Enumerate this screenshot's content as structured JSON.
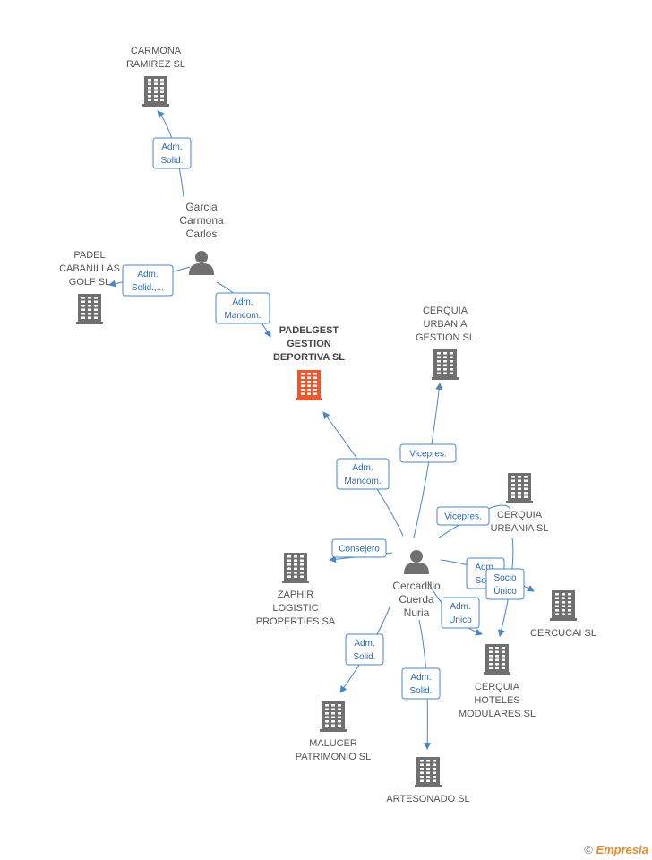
{
  "companies": [
    {
      "id": "carmona",
      "lines": [
        "CARMONA",
        "RAMIREZ SL"
      ],
      "main": false
    },
    {
      "id": "padel",
      "lines": [
        "PADEL",
        "CABANILLAS",
        "GOLF SL"
      ],
      "main": false
    },
    {
      "id": "padelgest",
      "lines": [
        "PADELGEST",
        "GESTION",
        "DEPORTIVA SL"
      ],
      "main": true
    },
    {
      "id": "cerquia-gestion",
      "lines": [
        "CERQUIA",
        "URBANIA",
        "GESTION  SL"
      ],
      "main": false
    },
    {
      "id": "cerquia-urbania",
      "lines": [
        "CERQUIA",
        "URBANIA SL"
      ],
      "main": false
    },
    {
      "id": "cercucai",
      "lines": [
        "CERCUCAI SL"
      ],
      "main": false
    },
    {
      "id": "cerquia-hoteles",
      "lines": [
        "CERQUIA",
        "HOTELES",
        "MODULARES SL"
      ],
      "main": false
    },
    {
      "id": "zaphir",
      "lines": [
        "ZAPHIR",
        "LOGISTIC",
        "PROPERTIES SA"
      ],
      "main": false
    },
    {
      "id": "malucer",
      "lines": [
        "MALUCER",
        "PATRIMONIO SL"
      ],
      "main": false
    },
    {
      "id": "artesonado",
      "lines": [
        "ARTESONADO SL"
      ],
      "main": false
    }
  ],
  "persons": [
    {
      "id": "garcia",
      "lines": [
        "Garcia",
        "Carmona",
        "Carlos"
      ]
    },
    {
      "id": "cercadillo",
      "lines": [
        "Cercadillo",
        "Cuerda",
        "Nuria"
      ]
    }
  ],
  "edges": [
    {
      "id": "garcia-carmona",
      "lines": [
        "Adm.",
        "Solid."
      ]
    },
    {
      "id": "garcia-padel",
      "lines": [
        "Adm.",
        "Solid.,..."
      ]
    },
    {
      "id": "garcia-padelgest",
      "lines": [
        "Adm.",
        "Mancom."
      ]
    },
    {
      "id": "nuria-padelgest",
      "lines": [
        "Adm.",
        "Mancom."
      ]
    },
    {
      "id": "nuria-cerquia-gestion",
      "lines": [
        "Vicepres."
      ]
    },
    {
      "id": "nuria-cerquia-urbania",
      "lines": [
        "Vicepres."
      ]
    },
    {
      "id": "nuria-cercucai-a",
      "lines": [
        "Adm.",
        "Sol..."
      ]
    },
    {
      "id": "nuria-cercucai-b",
      "lines": [
        "Socio",
        "Único"
      ]
    },
    {
      "id": "nuria-hoteles",
      "lines": [
        "Adm.",
        "Unico"
      ]
    },
    {
      "id": "nuria-zaphir",
      "lines": [
        "Consejero"
      ]
    },
    {
      "id": "nuria-malucer",
      "lines": [
        "Adm.",
        "Solid."
      ]
    },
    {
      "id": "nuria-artesonado",
      "lines": [
        "Adm.",
        "Solid."
      ]
    }
  ],
  "brand": {
    "copyright": "©",
    "name": "Empresia"
  },
  "colors": {
    "accent": "#4a86c8",
    "main_company": "#ea5a2e",
    "node": "#707070"
  }
}
